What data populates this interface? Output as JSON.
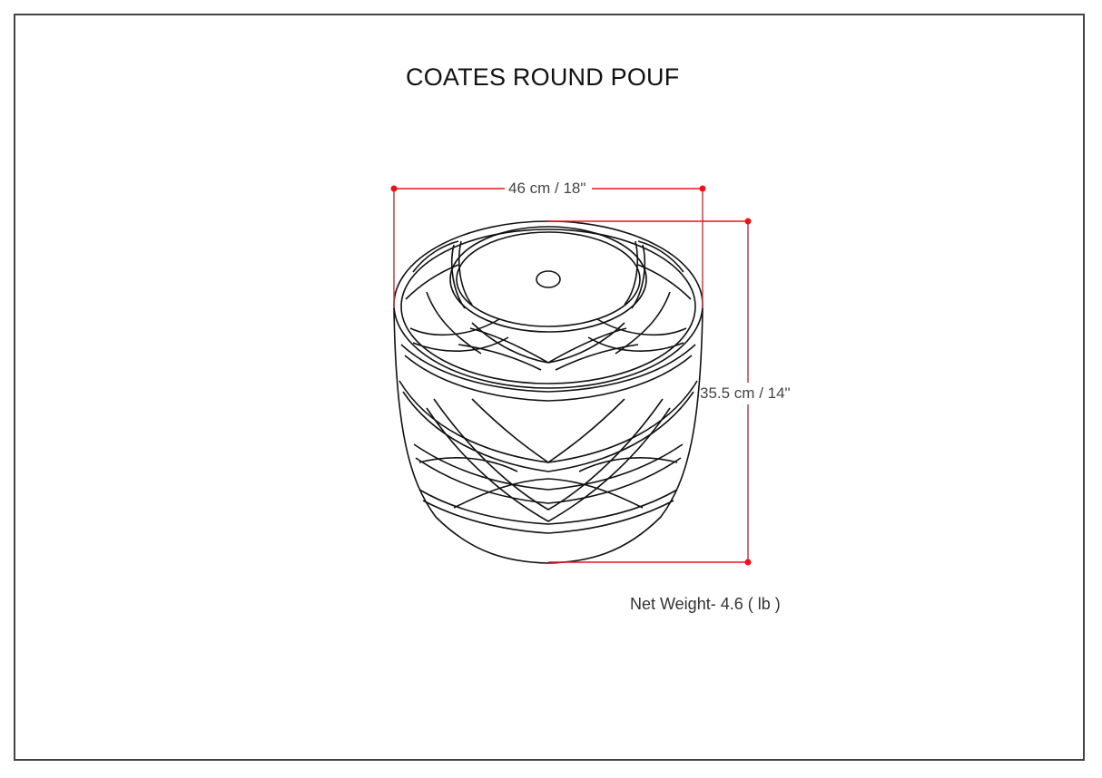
{
  "title": "COATES ROUND POUF",
  "dimensions": {
    "width_label": "46 cm / 18\"",
    "height_label": "35.5 cm / 14\""
  },
  "weight": {
    "label": "Net Weight- 4.6 ( lb )"
  },
  "colors": {
    "dimension_line": "#e8141b",
    "drawing_stroke": "#111111",
    "border": "#444444"
  }
}
